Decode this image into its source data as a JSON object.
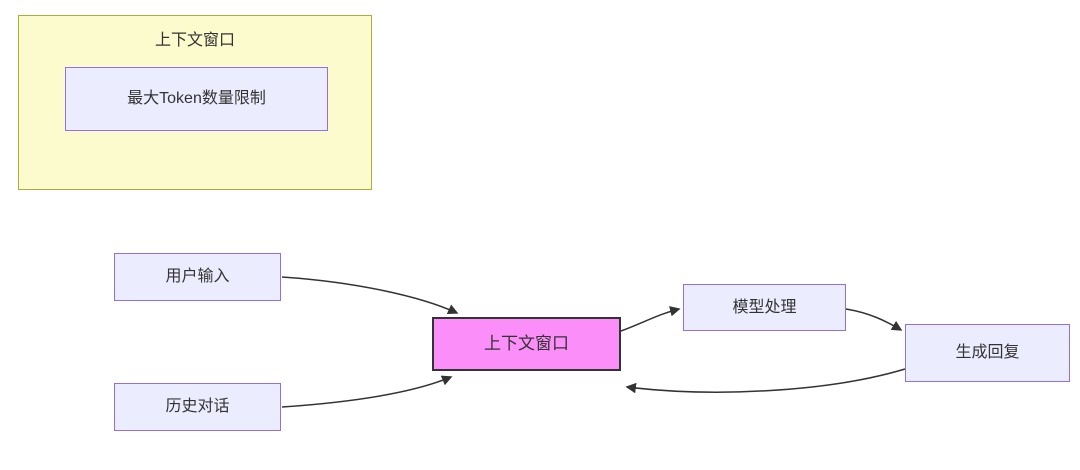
{
  "diagram": {
    "subgraph": {
      "title": "上下文窗口",
      "node_label": "最大Token数量限制"
    },
    "nodes": {
      "user_input": "用户输入",
      "history": "历史对话",
      "context_window": "上下文窗口",
      "model_process": "模型处理",
      "generate_reply": "生成回复"
    },
    "edges": [
      {
        "from": "用户输入",
        "to": "上下文窗口"
      },
      {
        "from": "历史对话",
        "to": "上下文窗口"
      },
      {
        "from": "上下文窗口",
        "to": "模型处理"
      },
      {
        "from": "模型处理",
        "to": "生成回复"
      },
      {
        "from": "生成回复",
        "to": "上下文窗口"
      }
    ],
    "colors": {
      "node_fill": "#ececff",
      "node_border": "#9370db",
      "highlight_fill": "#fb8ef8",
      "highlight_border": "#333333",
      "subgraph_fill": "#fbfbcd",
      "subgraph_border": "#adad38",
      "edge_stroke": "#333333",
      "text": "#333333"
    }
  }
}
